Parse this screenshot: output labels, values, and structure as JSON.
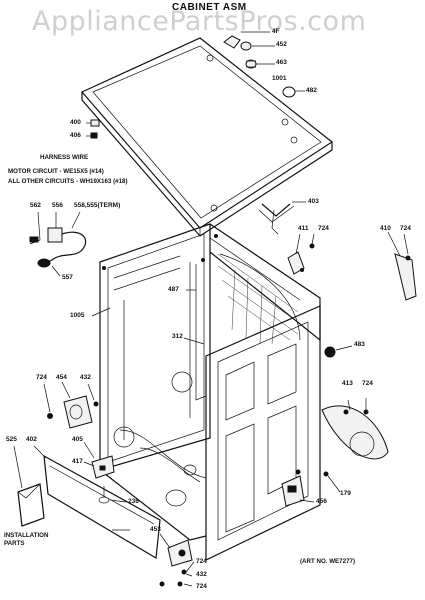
{
  "watermark": "AppliancePartsPros.com",
  "title": "CABINET ASM",
  "harness": {
    "heading": "HARNESS WIRE",
    "motor_circuit": "MOTOR CIRCUIT - WE15X5 (#14)",
    "other_circuits": "ALL OTHER CIRCUITS - WH19X163 (#18)"
  },
  "installation_parts": "INSTALLATION\nPARTS",
  "art_no": "(ART NO. WE7277)",
  "callouts": {
    "c4f": "4F",
    "c452": "452",
    "c463": "463",
    "c1001": "1001",
    "c482": "482",
    "c400": "400",
    "c406": "406",
    "c403": "403",
    "c562": "562",
    "c556": "556",
    "c558": "558,555(TERM)",
    "c557": "557",
    "c411": "411",
    "c724a": "724",
    "c410": "410",
    "c724b": "724",
    "c487": "487",
    "c1005": "1005",
    "c312": "312",
    "c483": "483",
    "c724c": "724",
    "c454": "454",
    "c432a": "432",
    "c413": "413",
    "c724d": "724",
    "c525": "525",
    "c402": "402",
    "c405": "405",
    "c417": "417",
    "c236": "236",
    "c179": "179",
    "c456": "456",
    "c453": "453",
    "c724e": "724",
    "c432b": "432",
    "c724f": "724"
  }
}
